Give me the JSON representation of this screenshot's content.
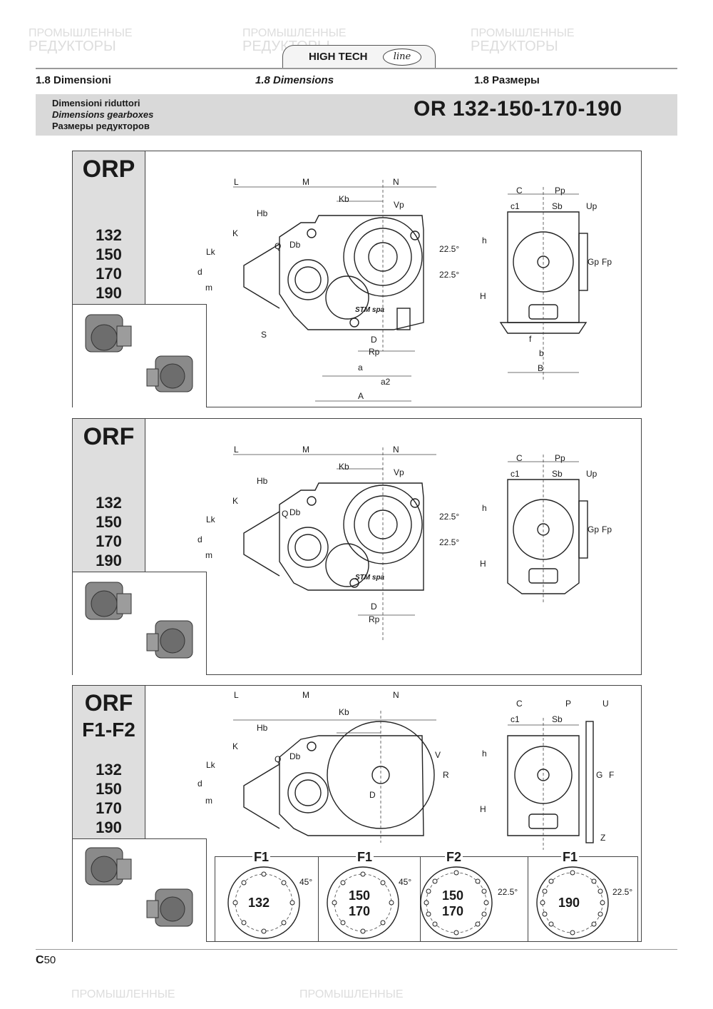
{
  "header": {
    "brand": "HIGH TECH",
    "brand_oval": "line",
    "sec_it": "1.8   Dimensioni",
    "sec_en": "1.8   Dimensions",
    "sec_ru": "1.8 Размеры"
  },
  "band": {
    "line1": "Dimensioni riduttori",
    "line2": "Dimensions gearboxes",
    "line3": "Размеры редукторов",
    "model": "OR 132-150-170-190"
  },
  "panels": [
    {
      "title": "ORP",
      "sizes": [
        "132",
        "150",
        "170",
        "190"
      ]
    },
    {
      "title": "ORF",
      "sizes": [
        "132",
        "150",
        "170",
        "190"
      ]
    },
    {
      "title": "ORF",
      "subtitle": "F1-F2",
      "sizes": [
        "132",
        "150",
        "170",
        "190"
      ]
    }
  ],
  "dims_panel1": {
    "top": [
      "L",
      "M",
      "N",
      "Kb",
      "Vp",
      "Hb",
      "K",
      "Q",
      "Db",
      "Lk",
      "d",
      "m",
      "S",
      "D",
      "Rp",
      "a",
      "a2",
      "A"
    ],
    "angles": [
      "22.5°",
      "22.5°"
    ],
    "side": [
      "C",
      "Pp",
      "c1",
      "Sb",
      "Up",
      "h",
      "H",
      "Gp",
      "Fp",
      "f",
      "b",
      "B"
    ],
    "stamp": "STM spa"
  },
  "dims_panel2": {
    "top": [
      "L",
      "M",
      "N",
      "Kb",
      "Vp",
      "Hb",
      "K",
      "Q",
      "Db",
      "Lk",
      "d",
      "m",
      "D",
      "Rp"
    ],
    "angles": [
      "22.5°",
      "22.5°"
    ],
    "side": [
      "C",
      "Pp",
      "c1",
      "Sb",
      "Up",
      "h",
      "H",
      "Gp",
      "Fp"
    ],
    "stamp": "STM spa"
  },
  "dims_panel3": {
    "top": [
      "L",
      "M",
      "N",
      "Kb",
      "Hb",
      "K",
      "Q",
      "Db",
      "Lk",
      "d",
      "m",
      "D",
      "V",
      "R"
    ],
    "side": [
      "C",
      "P",
      "U",
      "c1",
      "Sb",
      "h",
      "H",
      "G",
      "F",
      "Z"
    ]
  },
  "flanges": [
    {
      "tag": "F1",
      "size1": "132",
      "size2": "",
      "angle": "45°"
    },
    {
      "tag": "F1",
      "size1": "150",
      "size2": "170",
      "angle": "45°"
    },
    {
      "tag": "F2",
      "size1": "150",
      "size2": "170",
      "angle": "22.5°"
    },
    {
      "tag": "F1",
      "size1": "190",
      "size2": "",
      "angle": "22.5°"
    }
  ],
  "footer": {
    "letter": "C",
    "num": "50"
  },
  "watermark": {
    "line1": "ПРОМЫШЛЕННЫЕ",
    "line2": "РЕДУКТОРЫ"
  }
}
